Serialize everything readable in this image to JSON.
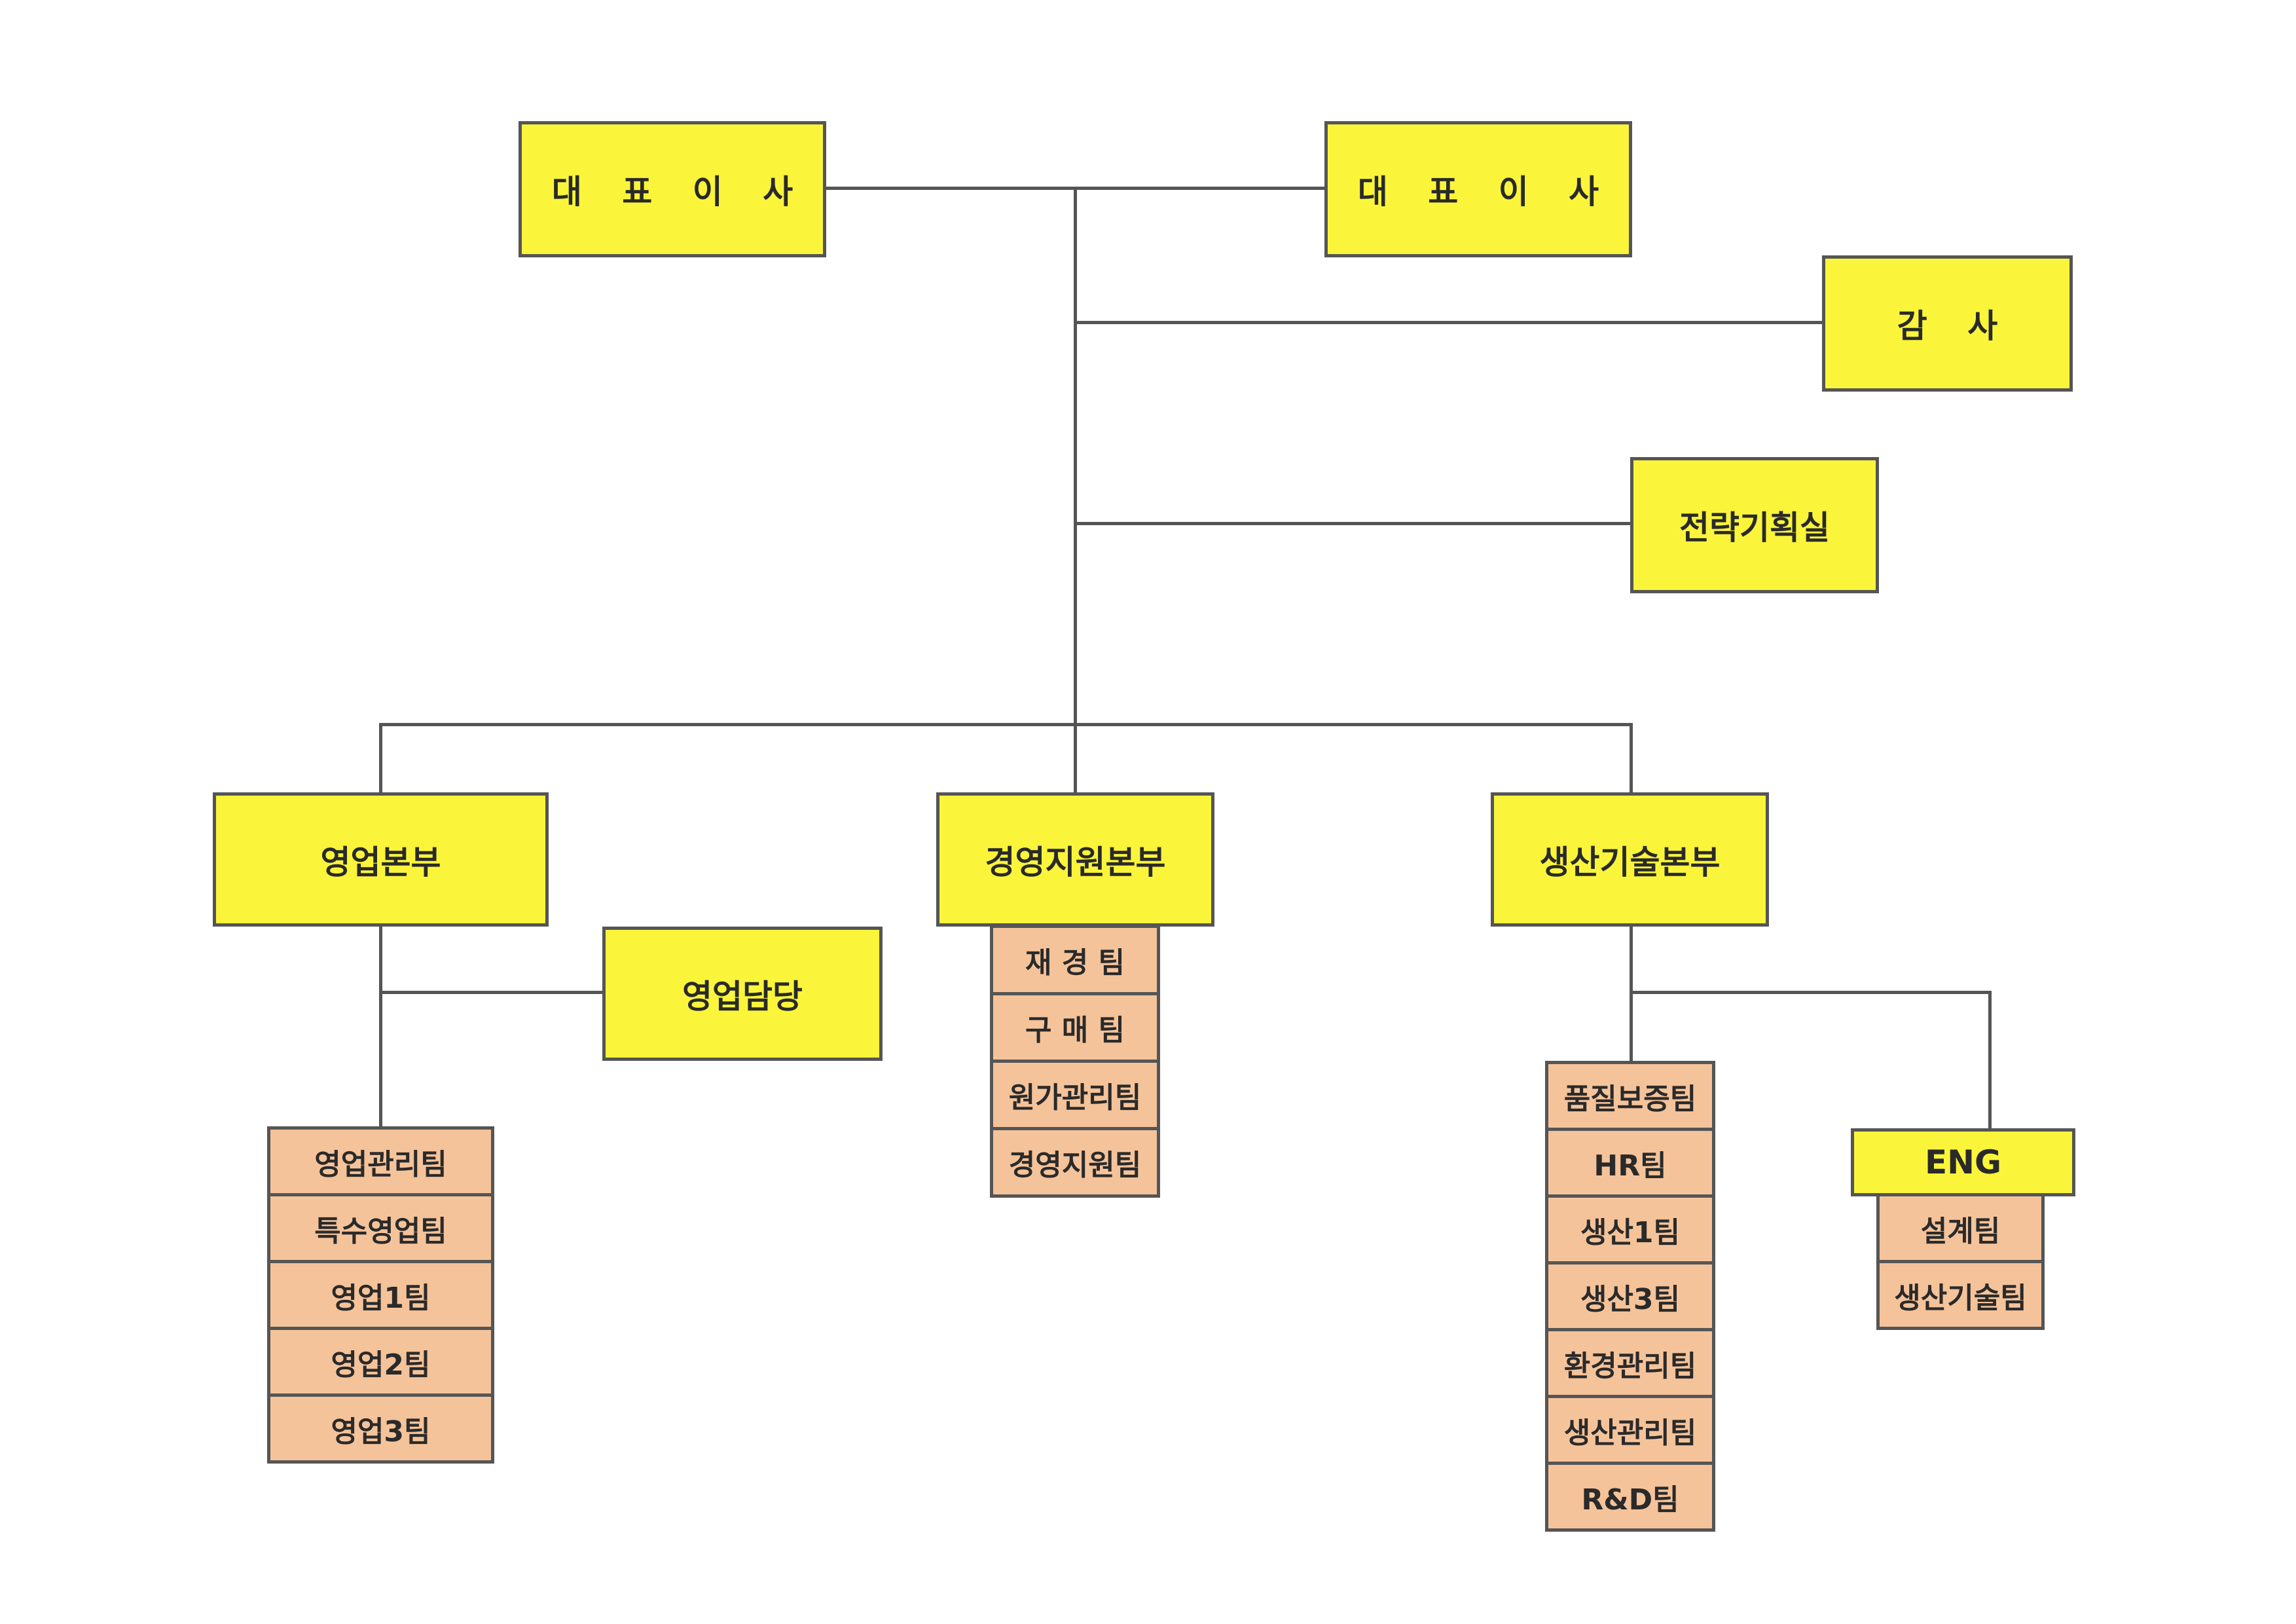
{
  "top": {
    "ceo_left": "대 표 이 사",
    "ceo_right": "대 표 이 사",
    "audit": "감 사",
    "strategy": "전략기획실"
  },
  "divisions": {
    "sales": {
      "label": "영업본부",
      "officer": "영업담당",
      "teams": [
        "영업관리팀",
        "특수영업팀",
        "영업1팀",
        "영업2팀",
        "영업3팀"
      ]
    },
    "management": {
      "label": "경영지원본부",
      "teams": [
        "재 경 팀",
        "구 매 팀",
        "원가관리팀",
        "경영지원팀"
      ]
    },
    "production": {
      "label": "생산기술본부",
      "teams": [
        "품질보증팀",
        "HR팀",
        "생산1팀",
        "생산3팀",
        "환경관리팀",
        "생산관리팀",
        "R&D팀"
      ],
      "eng": {
        "label": "ENG",
        "teams": [
          "설계팀",
          "생산기술팀"
        ]
      }
    }
  },
  "colors": {
    "box_yellow": "#faf53a",
    "team_peach": "#f5c39a",
    "line": "#555555"
  }
}
